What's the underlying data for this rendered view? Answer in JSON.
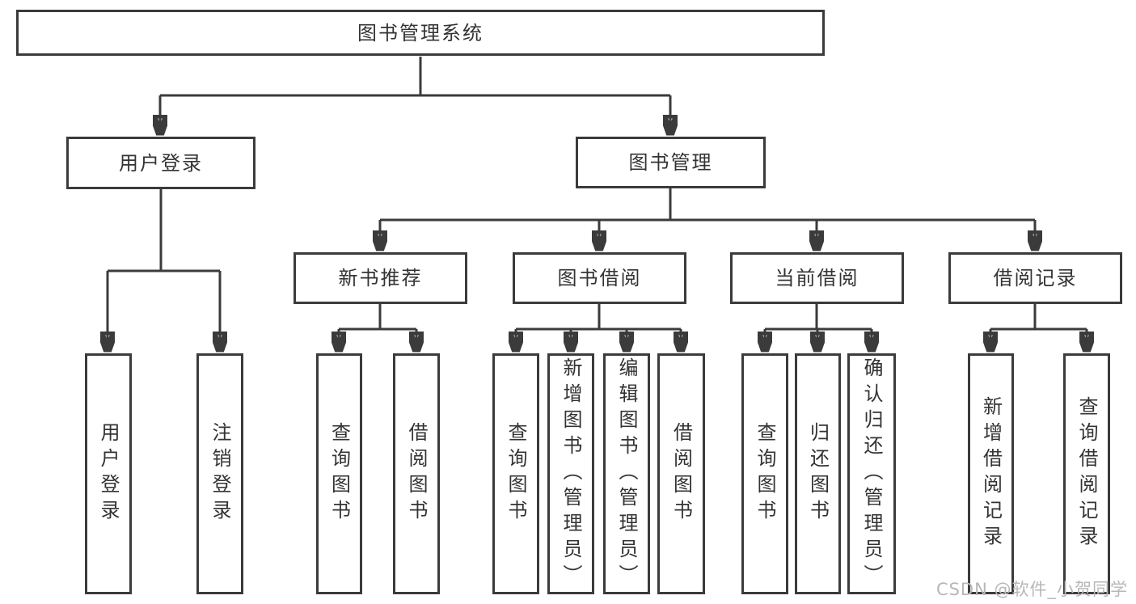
{
  "diagram_title": "图书管理系统",
  "nodes": {
    "root": "图书管理系统",
    "user_login": "用户登录",
    "book_management": "图书管理",
    "new_book_recommend": "新书推荐",
    "book_borrow": "图书借阅",
    "current_borrow": "当前借阅",
    "borrow_records": "借阅记录",
    "leaf_user_login": "用户登录",
    "leaf_logout": "注销登录",
    "rec_query_books": "查询图书",
    "rec_borrow_books": "借阅图书",
    "bb_query_books": "查询图书",
    "bb_add_books": "新增图书（管理员）",
    "bb_edit_books": "编辑图书（管理员）",
    "bb_borrow_books": "借阅图书",
    "cb_query_books": "查询图书",
    "cb_return_books": "归还图书",
    "cb_confirm_return": "确认归还（管理员）",
    "br_add_record": "新增借阅记录",
    "br_query_record": "查询借阅记录"
  },
  "watermark": "CSDN @软件_小贺同学",
  "colors": {
    "line": "#3b3b3b",
    "text": "#333333",
    "watermark": "#b7b7b7"
  }
}
